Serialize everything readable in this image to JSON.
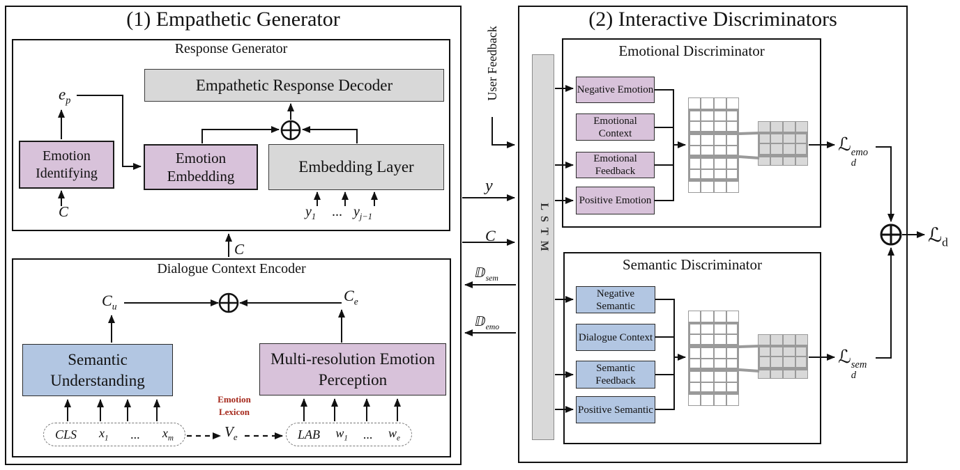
{
  "colors": {
    "pink": "#d8c2da",
    "blue": "#b2c6e2",
    "gray": "#d8d8d8",
    "grid_line": "#9a9a9a",
    "lexicon_red": "#a5281b",
    "line": "#111111"
  },
  "generator": {
    "title": "(1) Empathetic Generator",
    "response_generator": {
      "title": "Response Generator",
      "decoder": "Empathetic Response Decoder",
      "emotion_identifying": "Emotion Identifying",
      "emotion_embedding": "Emotion Embedding",
      "embedding_layer": "Embedding Layer",
      "ep": {
        "base": "e",
        "sub": "p"
      },
      "context_in": "C",
      "y1": {
        "base": "y",
        "sub": "1"
      },
      "dots": "...",
      "yj": {
        "base": "y",
        "sub": "j−1"
      }
    },
    "context_out": "C",
    "context_encoder": {
      "title": "Dialogue Context Encoder",
      "cu": {
        "base": "C",
        "sub": "u"
      },
      "ce": {
        "base": "C",
        "sub": "e"
      },
      "semantic_understanding": "Semantic Understanding",
      "emotion_perception": "Multi-resolution Emotion Perception",
      "lexicon_line1": "Emotion",
      "lexicon_line2": "Lexicon",
      "ve": {
        "base": "V",
        "sub": "e"
      },
      "tokens_left": [
        {
          "t": "CLS"
        },
        {
          "t": "x",
          "sub": "1"
        },
        {
          "t": "..."
        },
        {
          "t": "x",
          "sub": "m"
        }
      ],
      "tokens_right": [
        {
          "t": "LAB"
        },
        {
          "t": "w",
          "sub": "1"
        },
        {
          "t": "..."
        },
        {
          "t": "w",
          "sub": "e"
        }
      ]
    }
  },
  "channel": {
    "user_feedback": "User Feedback",
    "y": "y",
    "c": "C",
    "d_sem": {
      "base": "ⅅ",
      "sub": "sem"
    },
    "d_emo": {
      "base": "ⅅ",
      "sub": "emo"
    },
    "lstm": "LSTM"
  },
  "discriminators": {
    "title": "(2) Interactive Discriminators",
    "emotional": {
      "title": "Emotional Discriminator",
      "inputs": [
        "Negative Emotion",
        "Emotional Context",
        "Emotional Feedback",
        "Positive Emotion"
      ],
      "loss": {
        "base": "ℒ",
        "sub": "d",
        "sup": "emo"
      }
    },
    "semantic": {
      "title": "Semantic Discriminator",
      "inputs": [
        "Negative Semantic",
        "Dialogue Context",
        "Semantic Feedback",
        "Positive Semantic"
      ],
      "loss": {
        "base": "ℒ",
        "sub": "d",
        "sup": "sem"
      }
    },
    "total_loss": {
      "base": "ℒ",
      "sub": "d"
    },
    "grids": {
      "feature": {
        "cols": 4,
        "rows": 8
      },
      "pooled": {
        "cols": 4,
        "rows": 4
      }
    }
  }
}
